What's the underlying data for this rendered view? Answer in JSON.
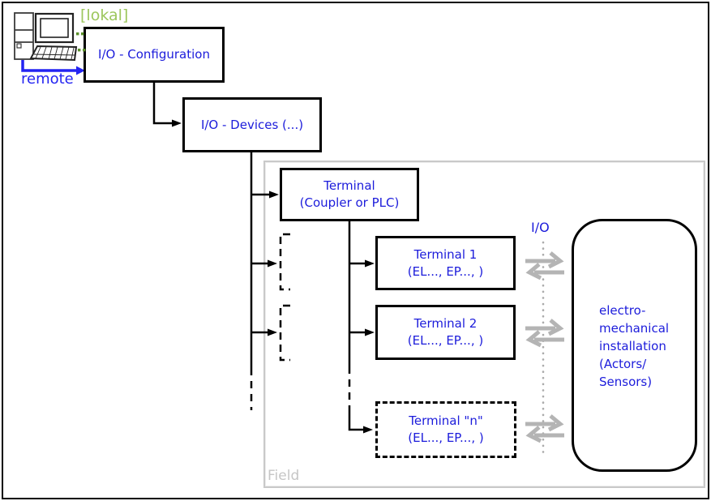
{
  "diagram": {
    "title_context": "I/O configuration hierarchy diagram",
    "labels": {
      "lokal": "[lokal]",
      "remote": "remote",
      "io": "I/O",
      "field": "Field"
    },
    "boxes": {
      "io_configuration": "I/O - Configuration",
      "io_devices": "I/O - Devices (...)",
      "terminal_coupler": [
        "Terminal",
        "(Coupler or PLC)"
      ],
      "terminal_1": [
        "Terminal 1",
        "(EL..., EP..., )"
      ],
      "terminal_2": [
        "Terminal 2",
        "(EL..., EP..., )"
      ],
      "terminal_n": [
        "Terminal \"n\"",
        "(EL..., EP..., )"
      ],
      "installation": [
        "electro-",
        "mechanical",
        "installation",
        "(Actors/",
        "Sensors)"
      ]
    },
    "icons": {
      "pc_tower": "pc-tower-icon",
      "monitor": "monitor-icon",
      "keyboard": "keyboard-icon",
      "exchange_arrows": "exchange-arrows-icon"
    },
    "colors": {
      "box_text_blue": "#1c1cdb",
      "lokal_green": "#9cc65c",
      "remote_blue": "#2323f2",
      "green_dots": "#5a8f2a",
      "field_gray": "#c9c9c9",
      "field_label_gray": "#c6c6c6",
      "exchange_gray": "#b4b4b4",
      "line_black": "#000000"
    }
  }
}
